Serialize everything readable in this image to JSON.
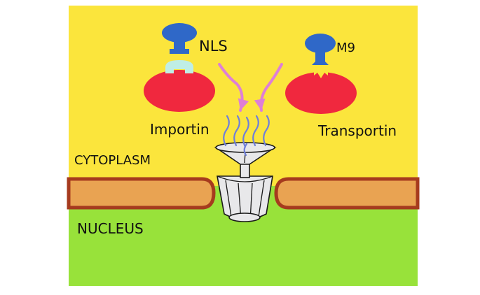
{
  "labels": {
    "nls": "NLS",
    "m9": "M9",
    "importin": "Importin",
    "transportin": "Transportin",
    "cytoplasm": "CYTOPLASM",
    "nucleus": "NUCLEUS"
  },
  "colors": {
    "cytoplasm": "#fbe53c",
    "nucleus": "#98e23a",
    "membrane_fill": "#e9a352",
    "membrane_outline": "#a63b1e",
    "receptor": "#f0283e",
    "cargo": "#2f68c8",
    "importin_site": "#bfeee6",
    "transportin_site": "#fbe53c",
    "arrow": "#de7fd6",
    "pore": "#e8e8ea",
    "fg_strands": "#6f7fd8"
  }
}
